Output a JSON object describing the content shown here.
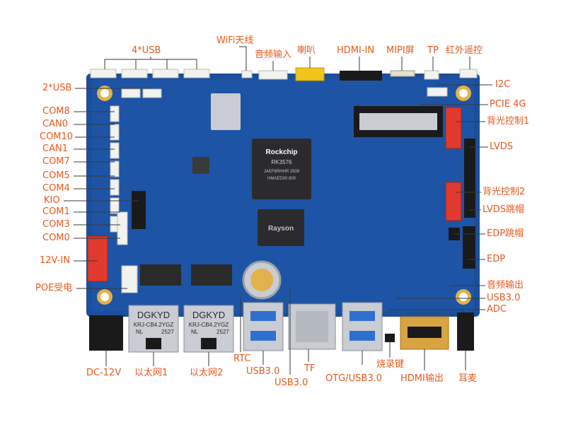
{
  "colors": {
    "pcb": "#1b4f9c",
    "pcb_dark": "#143d7d",
    "label": "#e8581c",
    "line": "#3a3a3a",
    "connector_white": "#f2f2ee",
    "connector_red": "#e03a2e",
    "metal": "#c9ccd2",
    "chip": "#2b2b2e"
  },
  "labels": {
    "top": {
      "usb4": "4*USB",
      "wifi": "WiFi天线",
      "audio_in": "音频输入",
      "speaker": "喇叭",
      "hdmi_in": "HDMI-IN",
      "mipi": "MIPI屏",
      "tp": "TP",
      "ir": "红外遥控"
    },
    "left": {
      "usb2": "2*USB",
      "com8": "COM8",
      "can0": "CAN0",
      "com10": "COM10",
      "can1": "CAN1",
      "com7": "COM7",
      "com5": "COM5",
      "com4": "COM4",
      "kio": "KIO",
      "com1": "COM1",
      "com3": "COM3",
      "com0": "COM0",
      "v12in": "12V-IN",
      "poe": "POE受电"
    },
    "right": {
      "i2c": "I2C",
      "pcie": "PCIE 4G",
      "bl1": "背光控制1",
      "lvds": "LVDS",
      "bl2": "背光控制2",
      "lvds_jumper": "LVDS跳帽",
      "edp_jumper": "EDP跳帽",
      "edp": "EDP",
      "audio_out": "音频输出",
      "usb30": "USB3.0",
      "adc": "ADC"
    },
    "bottom": {
      "dc12v": "DC-12V",
      "eth1": "以太网1",
      "eth2": "以太网2",
      "rtc": "RTC",
      "usb30_a": "USB3.0",
      "usb30_b": "USB3.0",
      "tf": "TF",
      "otg": "OTG/USB3.0",
      "burn": "烧录键",
      "hdmi_out": "HDMI输出",
      "mic": "耳麦"
    }
  },
  "board_text": {
    "soc_brand": "Rockchip",
    "soc_model": "RK3576",
    "soc_line1": "JAEF6RHHR 2509",
    "soc_line2": "HMAED00 800",
    "mem_brand": "Rayson",
    "eth_brand": "DGKYD",
    "eth_model": "KRJ-CB4.2YGZ",
    "eth_nl": "NL",
    "eth_code": "2527"
  }
}
